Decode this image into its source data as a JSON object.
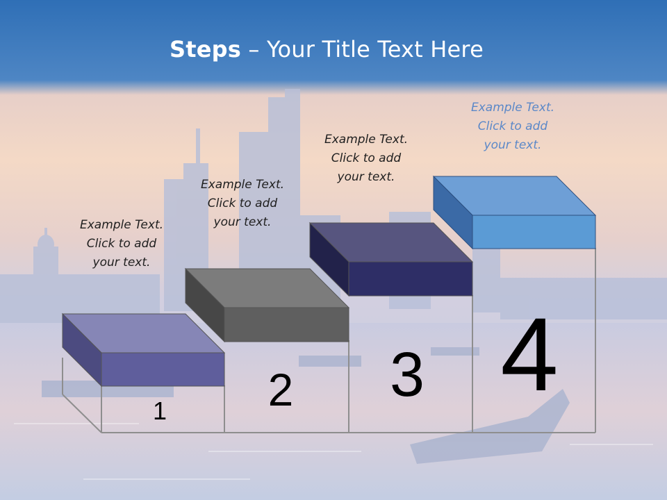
{
  "slide": {
    "title_bold": "Steps",
    "title_rest": " – Your Title Text Here"
  },
  "steps": [
    {
      "number": "1",
      "caption": [
        "Example Text.",
        "Click  to add",
        "your text."
      ],
      "color": "#5f5e9c"
    },
    {
      "number": "2",
      "caption": [
        "Example Text.",
        "Click  to add",
        "your text."
      ],
      "color": "#5f5f5f"
    },
    {
      "number": "3",
      "caption": [
        "Example Text.",
        "Click  to add",
        "your text."
      ],
      "color": "#2e2e66"
    },
    {
      "number": "4",
      "caption": [
        "Example Text.",
        "Click  to add",
        "your text."
      ],
      "color": "#5b9bd5"
    }
  ]
}
